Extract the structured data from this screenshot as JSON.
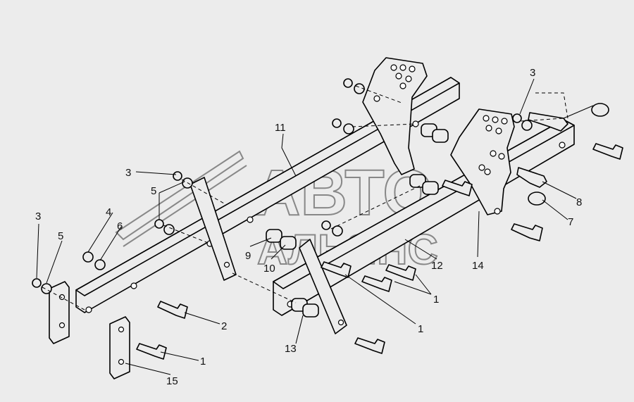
{
  "watermark": {
    "line1": "АВТО",
    "line2": "АЛЬЯНС"
  },
  "callouts": [
    {
      "id": "c3a",
      "text": "3"
    },
    {
      "id": "c5a",
      "text": "5"
    },
    {
      "id": "c3b",
      "text": "3"
    },
    {
      "id": "c5b",
      "text": "5"
    },
    {
      "id": "c4",
      "text": "4"
    },
    {
      "id": "c6",
      "text": "6"
    },
    {
      "id": "c3c",
      "text": "3"
    },
    {
      "id": "c11",
      "text": "11"
    },
    {
      "id": "c9",
      "text": "9"
    },
    {
      "id": "c10",
      "text": "10"
    },
    {
      "id": "c12",
      "text": "12"
    },
    {
      "id": "c14",
      "text": "14"
    },
    {
      "id": "c8",
      "text": "8"
    },
    {
      "id": "c7",
      "text": "7"
    },
    {
      "id": "c1a",
      "text": "1"
    },
    {
      "id": "c1b",
      "text": "1"
    },
    {
      "id": "c1c",
      "text": "1"
    },
    {
      "id": "c2",
      "text": "2"
    },
    {
      "id": "c13",
      "text": "13"
    },
    {
      "id": "c15",
      "text": "15"
    }
  ]
}
